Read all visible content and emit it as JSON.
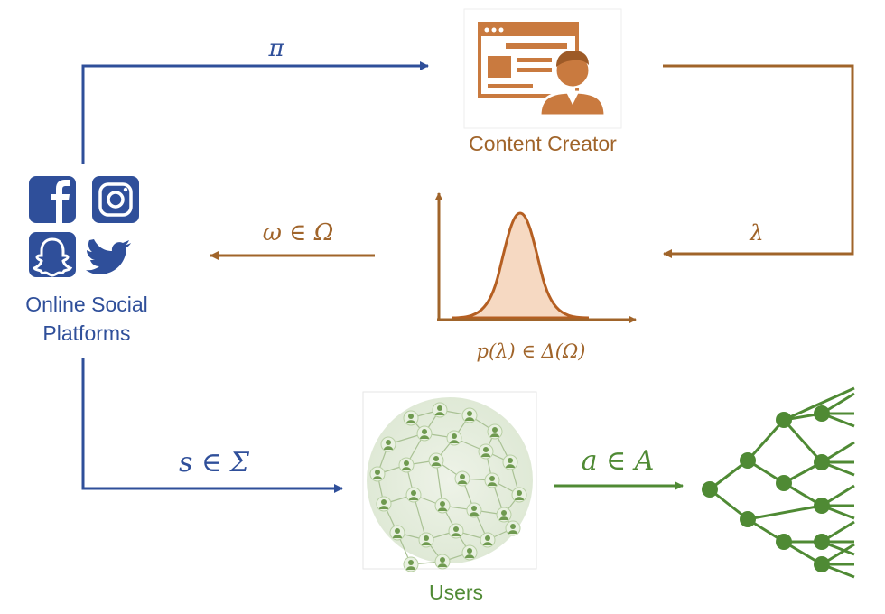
{
  "colors": {
    "blue": "#2f4f9a",
    "brown": "#a0642a",
    "green": "#4f8a34",
    "fill_curve": "#f6d9c2",
    "icon_orange": "#c97a3f"
  },
  "platforms": {
    "label_line1": "Online Social",
    "label_line2": "Platforms",
    "icons": [
      "facebook-icon",
      "instagram-icon",
      "snapchat-icon",
      "twitter-icon"
    ]
  },
  "creator": {
    "label": "Content Creator",
    "icon": "content-creator-icon"
  },
  "users": {
    "label": "Users",
    "icon": "users-network-icon"
  },
  "edges": {
    "pi": "π",
    "lambda": "λ",
    "omega": "ω ∈ Ω",
    "s": "s ∈ Σ",
    "a": "a ∈ A"
  },
  "distribution": {
    "caption": "p(λ) ∈ Δ(Ω)"
  }
}
